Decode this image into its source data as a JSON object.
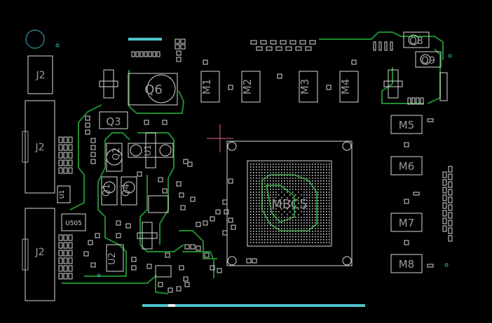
{
  "board": {
    "colors": {
      "background": "#000000",
      "silkscreen": "#d8d8d8",
      "label": "#9a9a9a",
      "trace": "#1f8a2e",
      "edge_connector": "#4ec3cc",
      "marker": "#b5546e"
    },
    "components": {
      "q2": "Q2",
      "q6": "Q6",
      "q3": "Q3",
      "q1": "Q1",
      "q4": "Q4",
      "q5": "Q5",
      "q8": "Q8",
      "q9": "Q9",
      "u1": "U1",
      "u2": "U2",
      "u505": "U505",
      "j2": "J2",
      "m1": "M1",
      "m2": "M2",
      "m3": "M3",
      "m4": "M4",
      "m5": "M5",
      "m6": "M6",
      "m7": "M7",
      "m8": "M8",
      "mbc5": "MBC5"
    }
  }
}
